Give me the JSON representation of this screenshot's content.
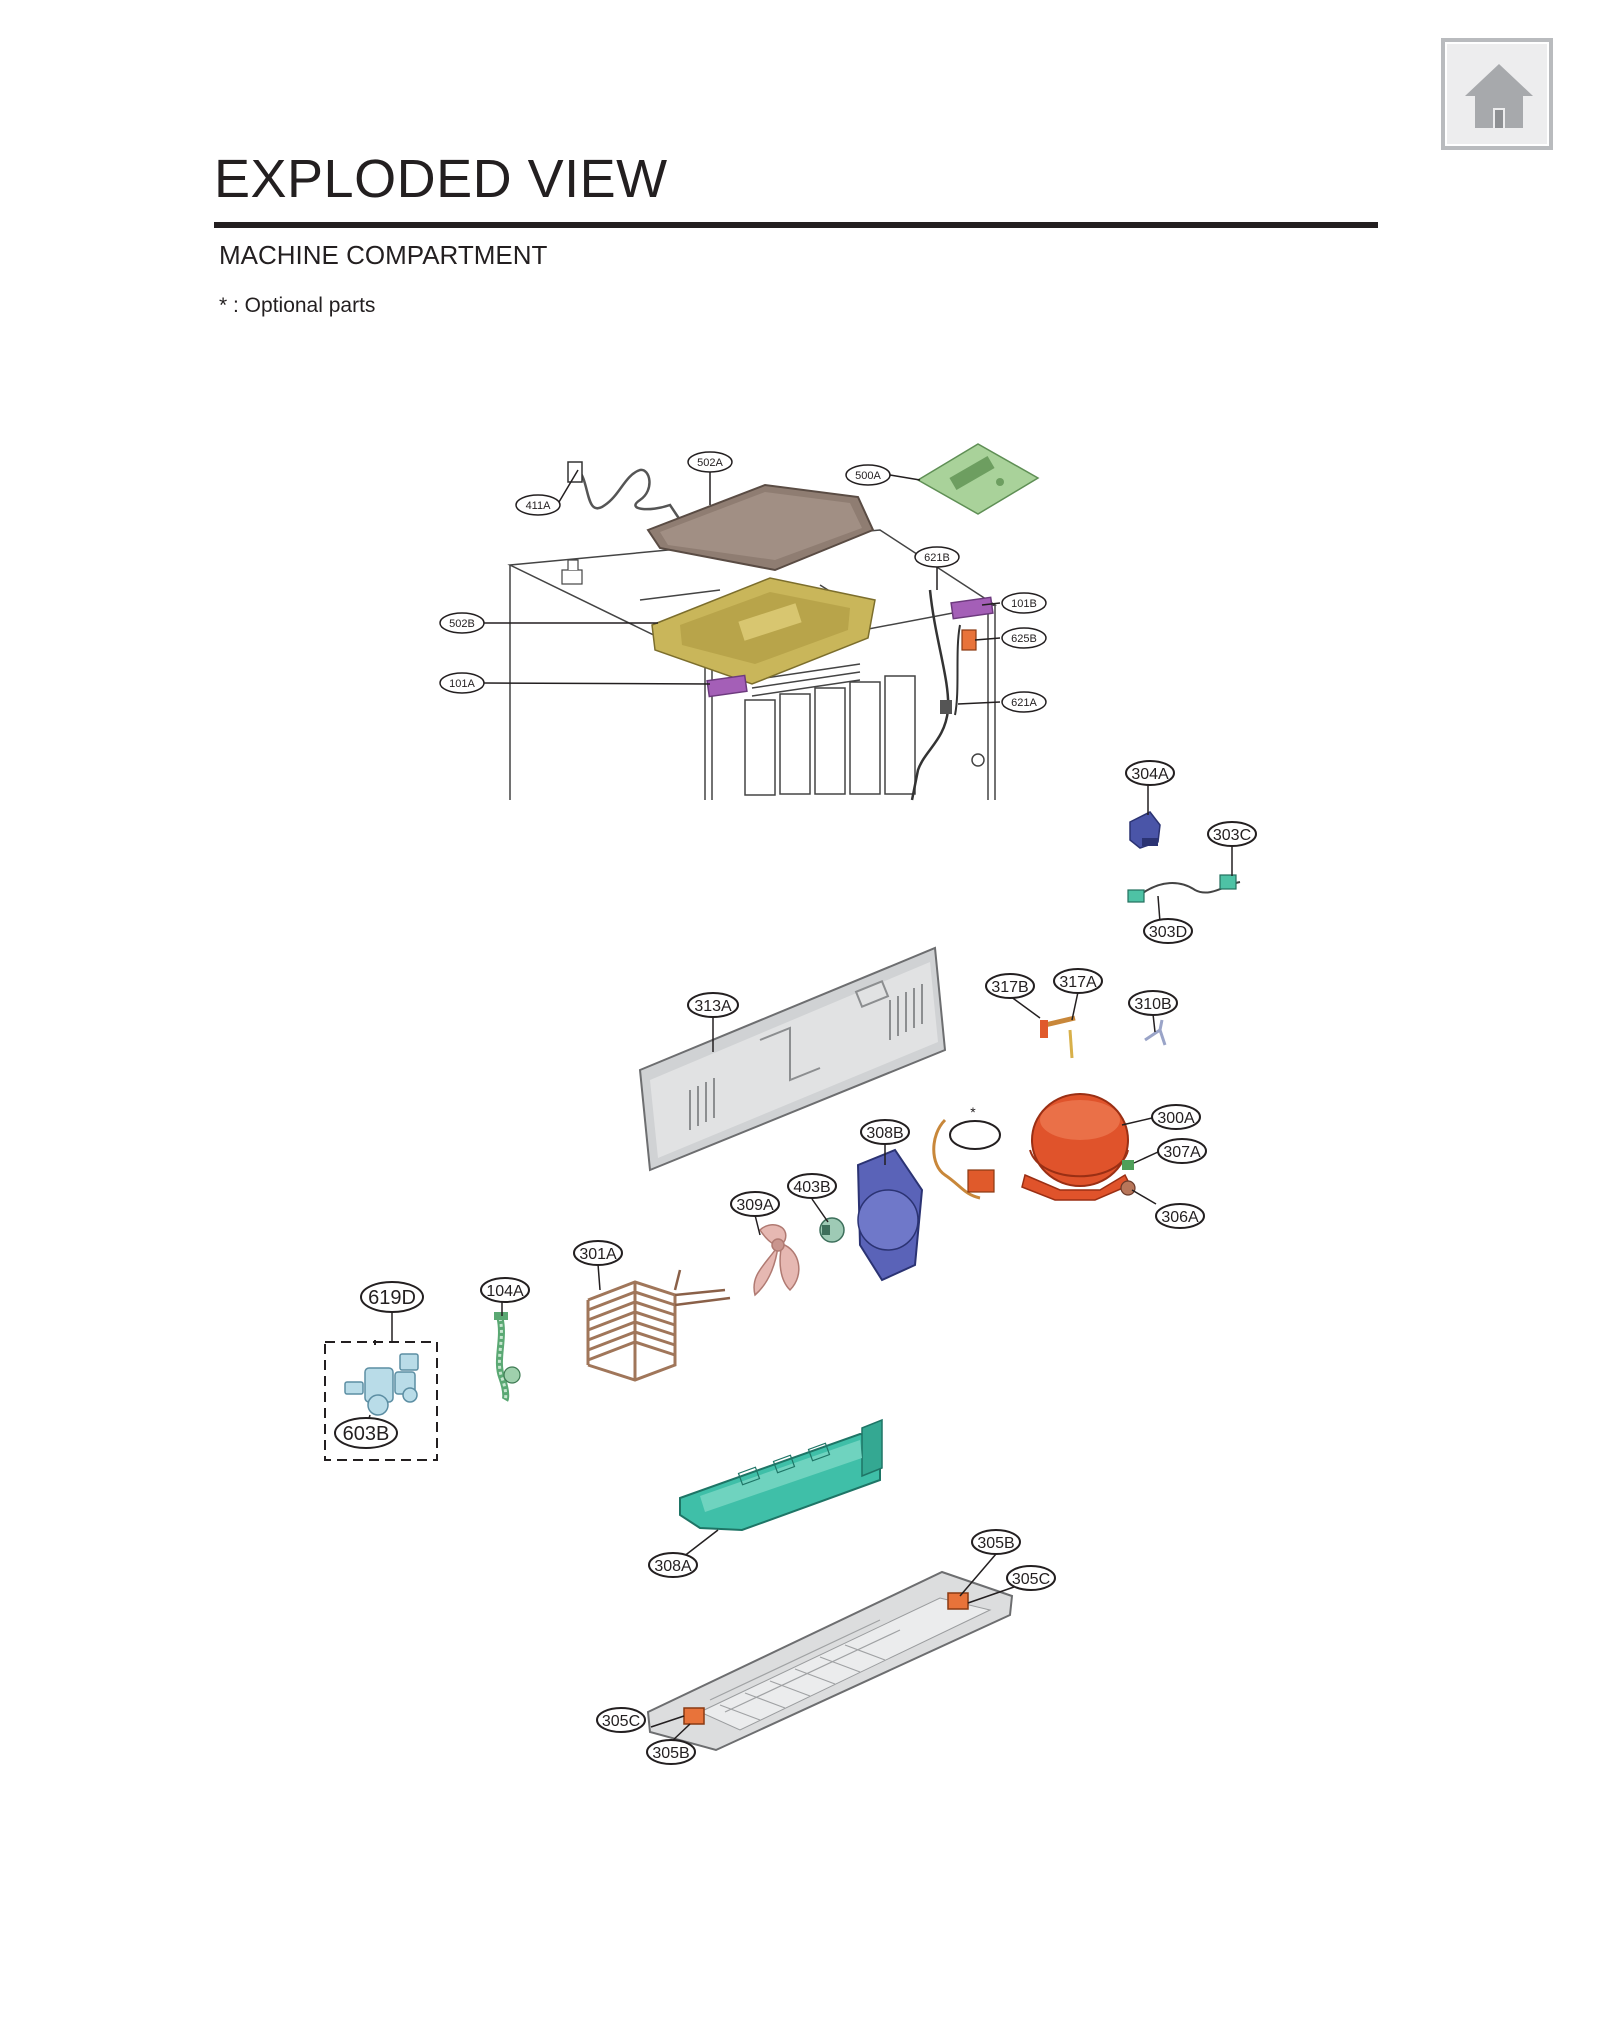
{
  "header": {
    "title": "EXPLODED VIEW",
    "section": "MACHINE COMPARTMENT",
    "note": "* : Optional parts"
  },
  "home_button": {
    "icon": "home-icon"
  },
  "colors": {
    "accent_purple": "#a45fb7",
    "tray_gold": "#c9b65a",
    "cover_brown": "#8f7d72",
    "pcb_green": "#a9d29a",
    "compressor_orange": "#e0532b",
    "shroud_blue": "#5a63b8",
    "base_teal": "#3fbfa8",
    "condenser_brown": "#a0765a"
  },
  "callouts": {
    "c411A": "411A",
    "c502A": "502A",
    "c500A": "500A",
    "c621B": "621B",
    "c101B": "101B",
    "c625B": "625B",
    "c502B": "502B",
    "c101A": "101A",
    "c621A": "621A",
    "c304A": "304A",
    "c303C": "303C",
    "c303D": "303D",
    "c317B": "317B",
    "c317A": "317A",
    "c310B": "310B",
    "c313A": "313A",
    "c300A": "300A",
    "c307A": "307A",
    "c308B": "308B",
    "c403B": "403B",
    "c309A": "309A",
    "c306A": "306A",
    "c301A": "301A",
    "c104A": "104A",
    "c619D": "619D",
    "c603B": "603B",
    "c308A": "308A",
    "c305B_top": "305B",
    "c305C_top": "305C",
    "c305C_bottom": "305C",
    "c305B_bottom": "305B",
    "optional_mark": "*"
  }
}
